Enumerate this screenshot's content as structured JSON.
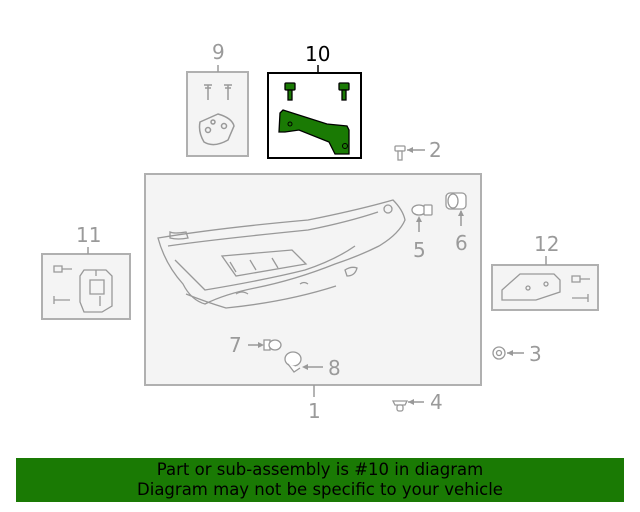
{
  "callouts": {
    "c1": "1",
    "c2": "2",
    "c3": "3",
    "c4": "4",
    "c5": "5",
    "c6": "6",
    "c7": "7",
    "c8": "8",
    "c9": "9",
    "c10": "10",
    "c11": "11",
    "c12": "12"
  },
  "highlight": {
    "part": "10",
    "color": "#1a7a04"
  },
  "banner": {
    "line1": "Part or sub-assembly is #10 in diagram",
    "line2": "Diagram may not be specific to your vehicle"
  }
}
